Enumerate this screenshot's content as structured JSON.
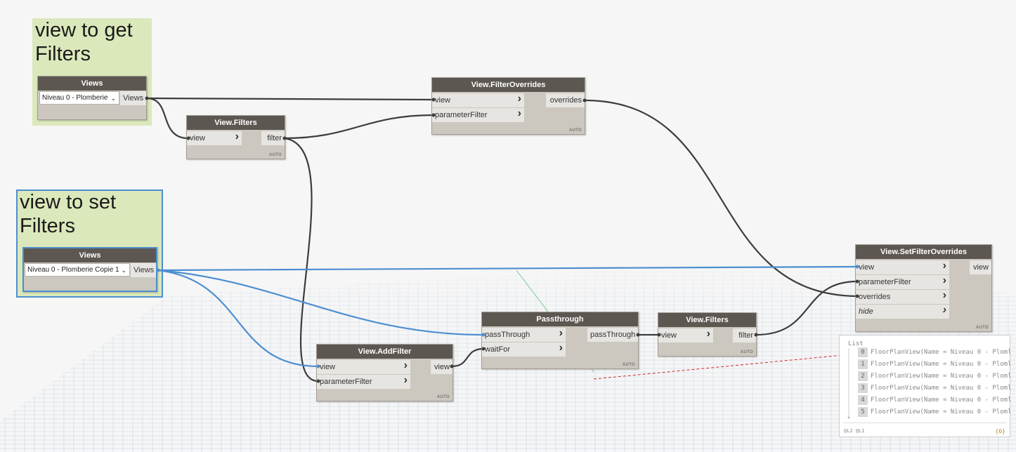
{
  "groups": {
    "get": {
      "title": "view to get\nFilters",
      "color": "#dbe8bb"
    },
    "set": {
      "title": "view to set\nFilters",
      "color": "#dbe8bb"
    }
  },
  "nodes": {
    "views_get": {
      "title": "Views",
      "selected": "Niveau 0 - Plomberie",
      "out": "Views"
    },
    "views_set": {
      "title": "Views",
      "selected": "Niveau 0 - Plomberie Copie 1",
      "out": "Views"
    },
    "filters1": {
      "title": "View.Filters",
      "in": [
        "view"
      ],
      "out": "filter",
      "lacing": "AUTO"
    },
    "filter_overrides": {
      "title": "View.FilterOverrides",
      "in": [
        "view",
        "parameterFilter"
      ],
      "out": "overrides",
      "lacing": "AUTO"
    },
    "add_filter": {
      "title": "View.AddFilter",
      "in": [
        "view",
        "parameterFilter"
      ],
      "out": "view",
      "lacing": "AUTO"
    },
    "passthrough": {
      "title": "Passthrough",
      "in": [
        "passThrough",
        "waitFor"
      ],
      "out": "passThrough",
      "lacing": "AUTO"
    },
    "filters2": {
      "title": "View.Filters",
      "in": [
        "view"
      ],
      "out": "filter",
      "lacing": "AUTO"
    },
    "set_overrides": {
      "title": "View.SetFilterOverrides",
      "in": [
        "view",
        "parameterFilter",
        "overrides",
        "hide"
      ],
      "out": "view",
      "lacing": "AUTO"
    }
  },
  "watch": {
    "title": "List",
    "items": [
      {
        "index": "0",
        "text": "FloorPlanView(Name = Niveau 0 - Ploml"
      },
      {
        "index": "1",
        "text": "FloorPlanView(Name = Niveau 0 - Ploml"
      },
      {
        "index": "2",
        "text": "FloorPlanView(Name = Niveau 0 - Ploml"
      },
      {
        "index": "3",
        "text": "FloorPlanView(Name = Niveau 0 - Ploml"
      },
      {
        "index": "4",
        "text": "FloorPlanView(Name = Niveau 0 - Ploml"
      },
      {
        "index": "5",
        "text": "FloorPlanView(Name = Niveau 0 - Ploml"
      }
    ],
    "levels": "@L2 @L1",
    "count": "{6}"
  },
  "colors": {
    "wire": "#3d3d3d",
    "wire_selected": "#4d8ed0",
    "grid": "#b8cfe0",
    "node_header": "#5c5751"
  }
}
